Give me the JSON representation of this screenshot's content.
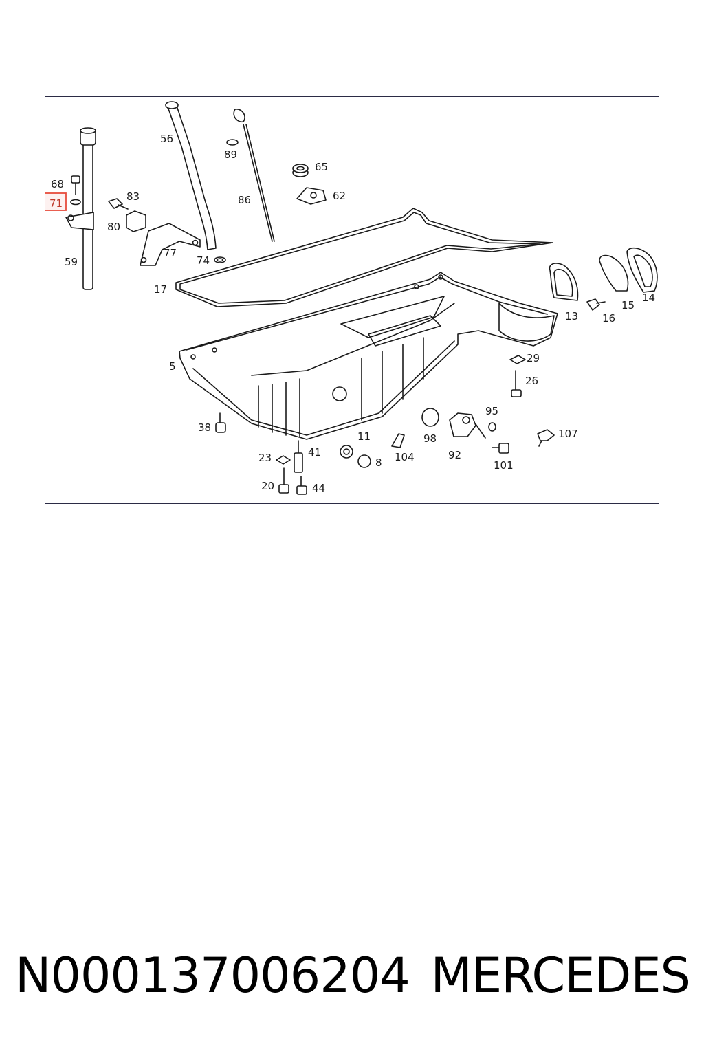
{
  "diagram": {
    "highlighted_callout": "71",
    "colors": {
      "line": "#1a1a1a",
      "frame": "#2b2b45",
      "highlight": "#e74c3c"
    },
    "callouts": [
      {
        "id": "56",
        "label": "56"
      },
      {
        "id": "89",
        "label": "89"
      },
      {
        "id": "65",
        "label": "65"
      },
      {
        "id": "62",
        "label": "62"
      },
      {
        "id": "68",
        "label": "68"
      },
      {
        "id": "71",
        "label": "71"
      },
      {
        "id": "83",
        "label": "83"
      },
      {
        "id": "86",
        "label": "86"
      },
      {
        "id": "80",
        "label": "80"
      },
      {
        "id": "77",
        "label": "77"
      },
      {
        "id": "74",
        "label": "74"
      },
      {
        "id": "59",
        "label": "59"
      },
      {
        "id": "17",
        "label": "17"
      },
      {
        "id": "14",
        "label": "14"
      },
      {
        "id": "15",
        "label": "15"
      },
      {
        "id": "13",
        "label": "13"
      },
      {
        "id": "16",
        "label": "16"
      },
      {
        "id": "5",
        "label": "5"
      },
      {
        "id": "29",
        "label": "29"
      },
      {
        "id": "26",
        "label": "26"
      },
      {
        "id": "95",
        "label": "95"
      },
      {
        "id": "38",
        "label": "38"
      },
      {
        "id": "107",
        "label": "107"
      },
      {
        "id": "11",
        "label": "11"
      },
      {
        "id": "98",
        "label": "98"
      },
      {
        "id": "92",
        "label": "92"
      },
      {
        "id": "41",
        "label": "41"
      },
      {
        "id": "104",
        "label": "104"
      },
      {
        "id": "23",
        "label": "23"
      },
      {
        "id": "8",
        "label": "8"
      },
      {
        "id": "101",
        "label": "101"
      },
      {
        "id": "20",
        "label": "20"
      },
      {
        "id": "44",
        "label": "44"
      }
    ]
  },
  "footer": {
    "part_number": "N000137006204",
    "brand": "MERCEDES"
  }
}
